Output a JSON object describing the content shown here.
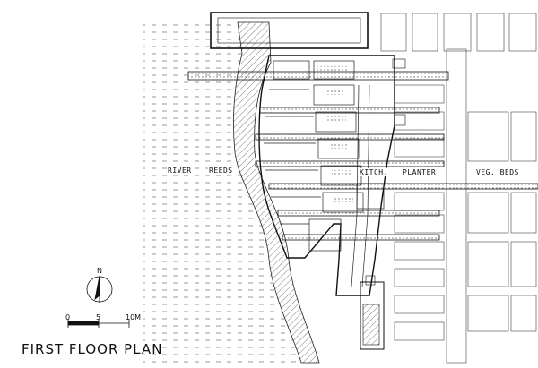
{
  "labels": {
    "river": "RIVER",
    "reeds": "REEDS",
    "kitchen": "KITCH.",
    "planter": "PLANTER",
    "veg_beds": "VEG. BEDS"
  },
  "north": "N",
  "scale": {
    "zero": "0",
    "mid": "5",
    "end": "10M"
  },
  "title": "FIRST FLOOR PLAN"
}
